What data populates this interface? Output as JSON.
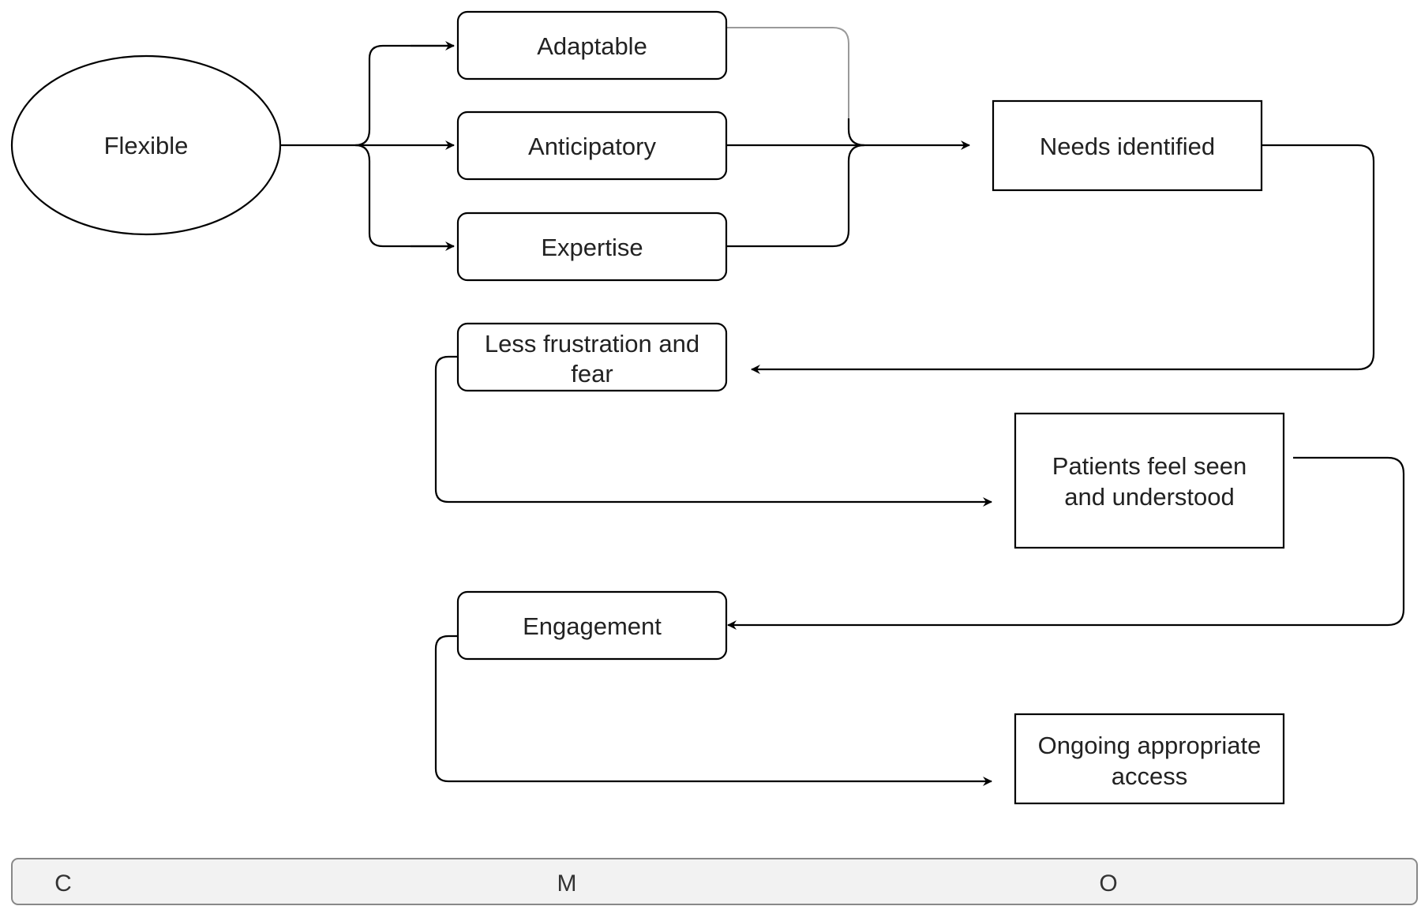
{
  "diagram": {
    "nodes": {
      "flexible": "Flexible",
      "adaptable": "Adaptable",
      "anticipatory": "Anticipatory",
      "expertise": "Expertise",
      "needs_identified": "Needs identified",
      "less_frustration": [
        "Less frustration and",
        "fear"
      ],
      "patients_feel_seen": [
        "Patients feel seen",
        "and understood"
      ],
      "engagement": "Engagement",
      "ongoing_access": [
        "Ongoing appropriate",
        "access"
      ]
    },
    "legend_bar": {
      "c": "C",
      "m": "M",
      "o": "O"
    }
  },
  "colors": {
    "stroke": "#000000",
    "light_stroke": "#9a9a9a",
    "text": "#222222",
    "bar_fill": "#f2f2f2",
    "bar_stroke": "#888888"
  }
}
